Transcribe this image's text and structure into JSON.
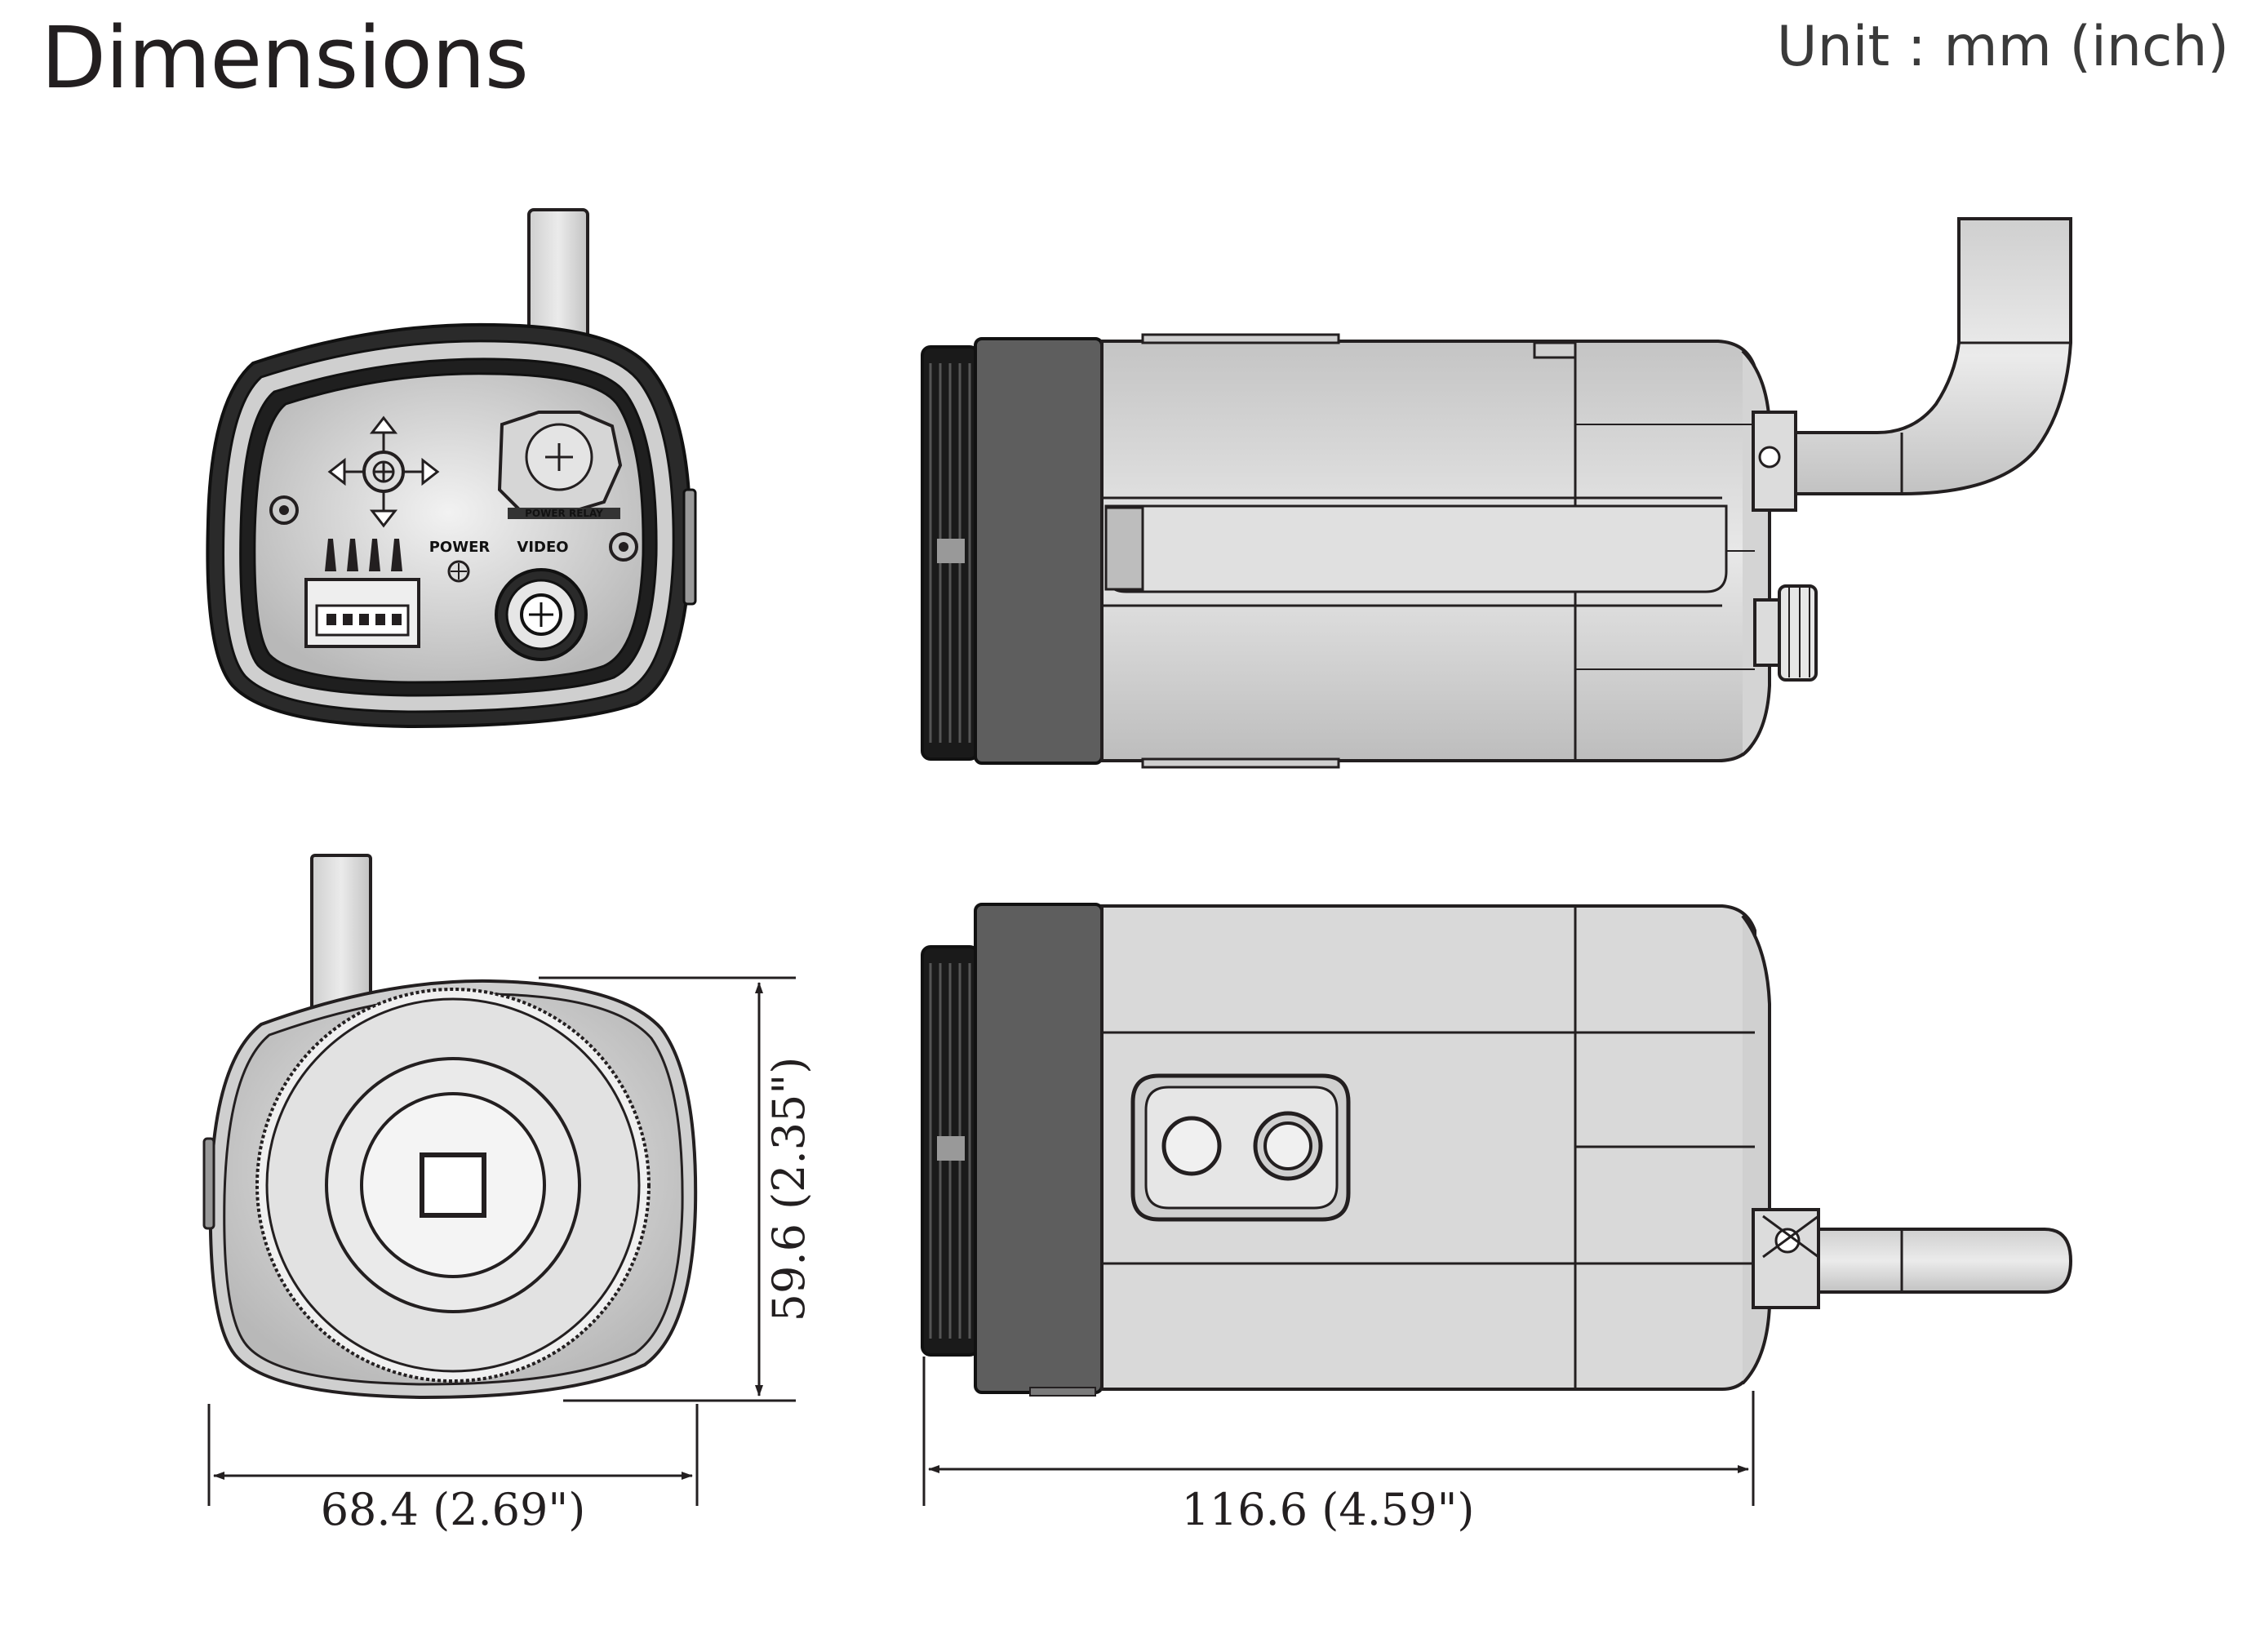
{
  "title": "Dimensions",
  "unit_note": "Unit : mm (inch)",
  "dimensions": {
    "width": "68.4 (2.69\")",
    "height": "59.6 (2.35\")",
    "length": "116.6 (4.59\")"
  },
  "rear_panel_labels": {
    "power_relay": "POWER RELAY",
    "power": "POWER",
    "video": "VIDEO"
  }
}
